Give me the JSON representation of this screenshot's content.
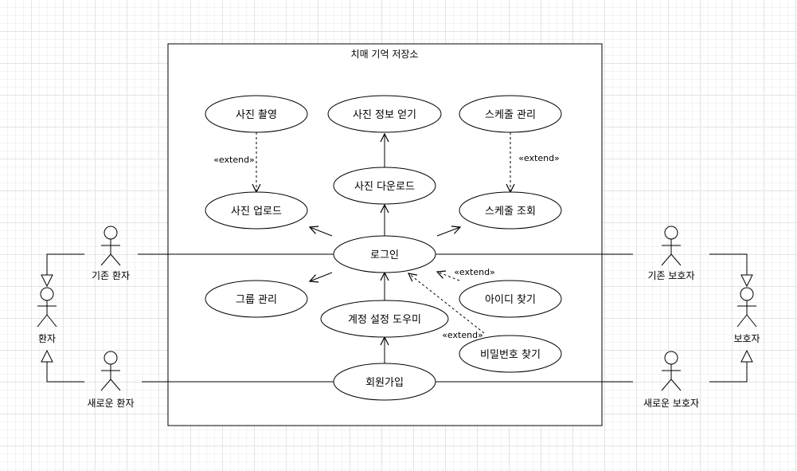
{
  "system": {
    "title": "치매 기억 저장소"
  },
  "use_cases": {
    "photo_capture": "사진 촬영",
    "photo_info": "사진 정보 얻기",
    "schedule_manage": "스케줄 관리",
    "photo_download": "사진 다운로드",
    "photo_upload": "사진 업로드",
    "schedule_view": "스케줄 조회",
    "login": "로그인",
    "find_id": "아이디 찾기",
    "group_manage": "그룹 관리",
    "account_wizard": "계정 설정 도우미",
    "find_password": "비밀번호 찾기",
    "signup": "회원가입"
  },
  "actors": {
    "existing_patient": "기존 환자",
    "patient": "환자",
    "new_patient": "새로운 환자",
    "existing_guardian": "기존 보호자",
    "guardian": "보호자",
    "new_guardian": "새로운 보호자"
  },
  "stereotypes": {
    "upload_extend": "«extend»",
    "schedule_extend": "«extend»",
    "find_id_extend": "«extend»",
    "find_password_extend": "«extend»"
  }
}
